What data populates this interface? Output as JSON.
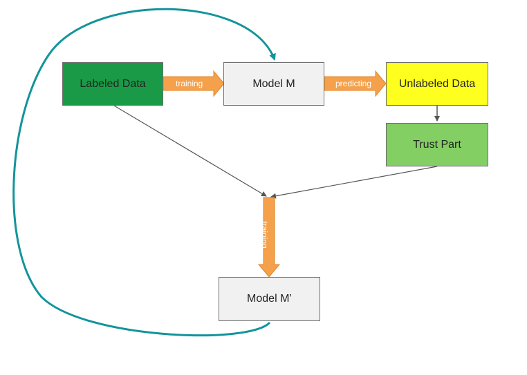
{
  "nodes": {
    "labeled_data": "Labeled Data",
    "model_m": "Model M",
    "unlabeled_data": "Unlabeled Data",
    "trust_part": "Trust Part",
    "model_m_prime": "Model M’"
  },
  "edge_labels": {
    "training_top": "training",
    "predicting": "predicting",
    "training_vertical": "training"
  },
  "colors": {
    "labeled_data_fill": "#1a9a47",
    "model_fill": "#f1f1f1",
    "unlabeled_fill": "#ffff1f",
    "trust_fill": "#84cf63",
    "fat_arrow": "#f5a04a",
    "connector": "#555555",
    "feedback_loop": "#12949a"
  }
}
